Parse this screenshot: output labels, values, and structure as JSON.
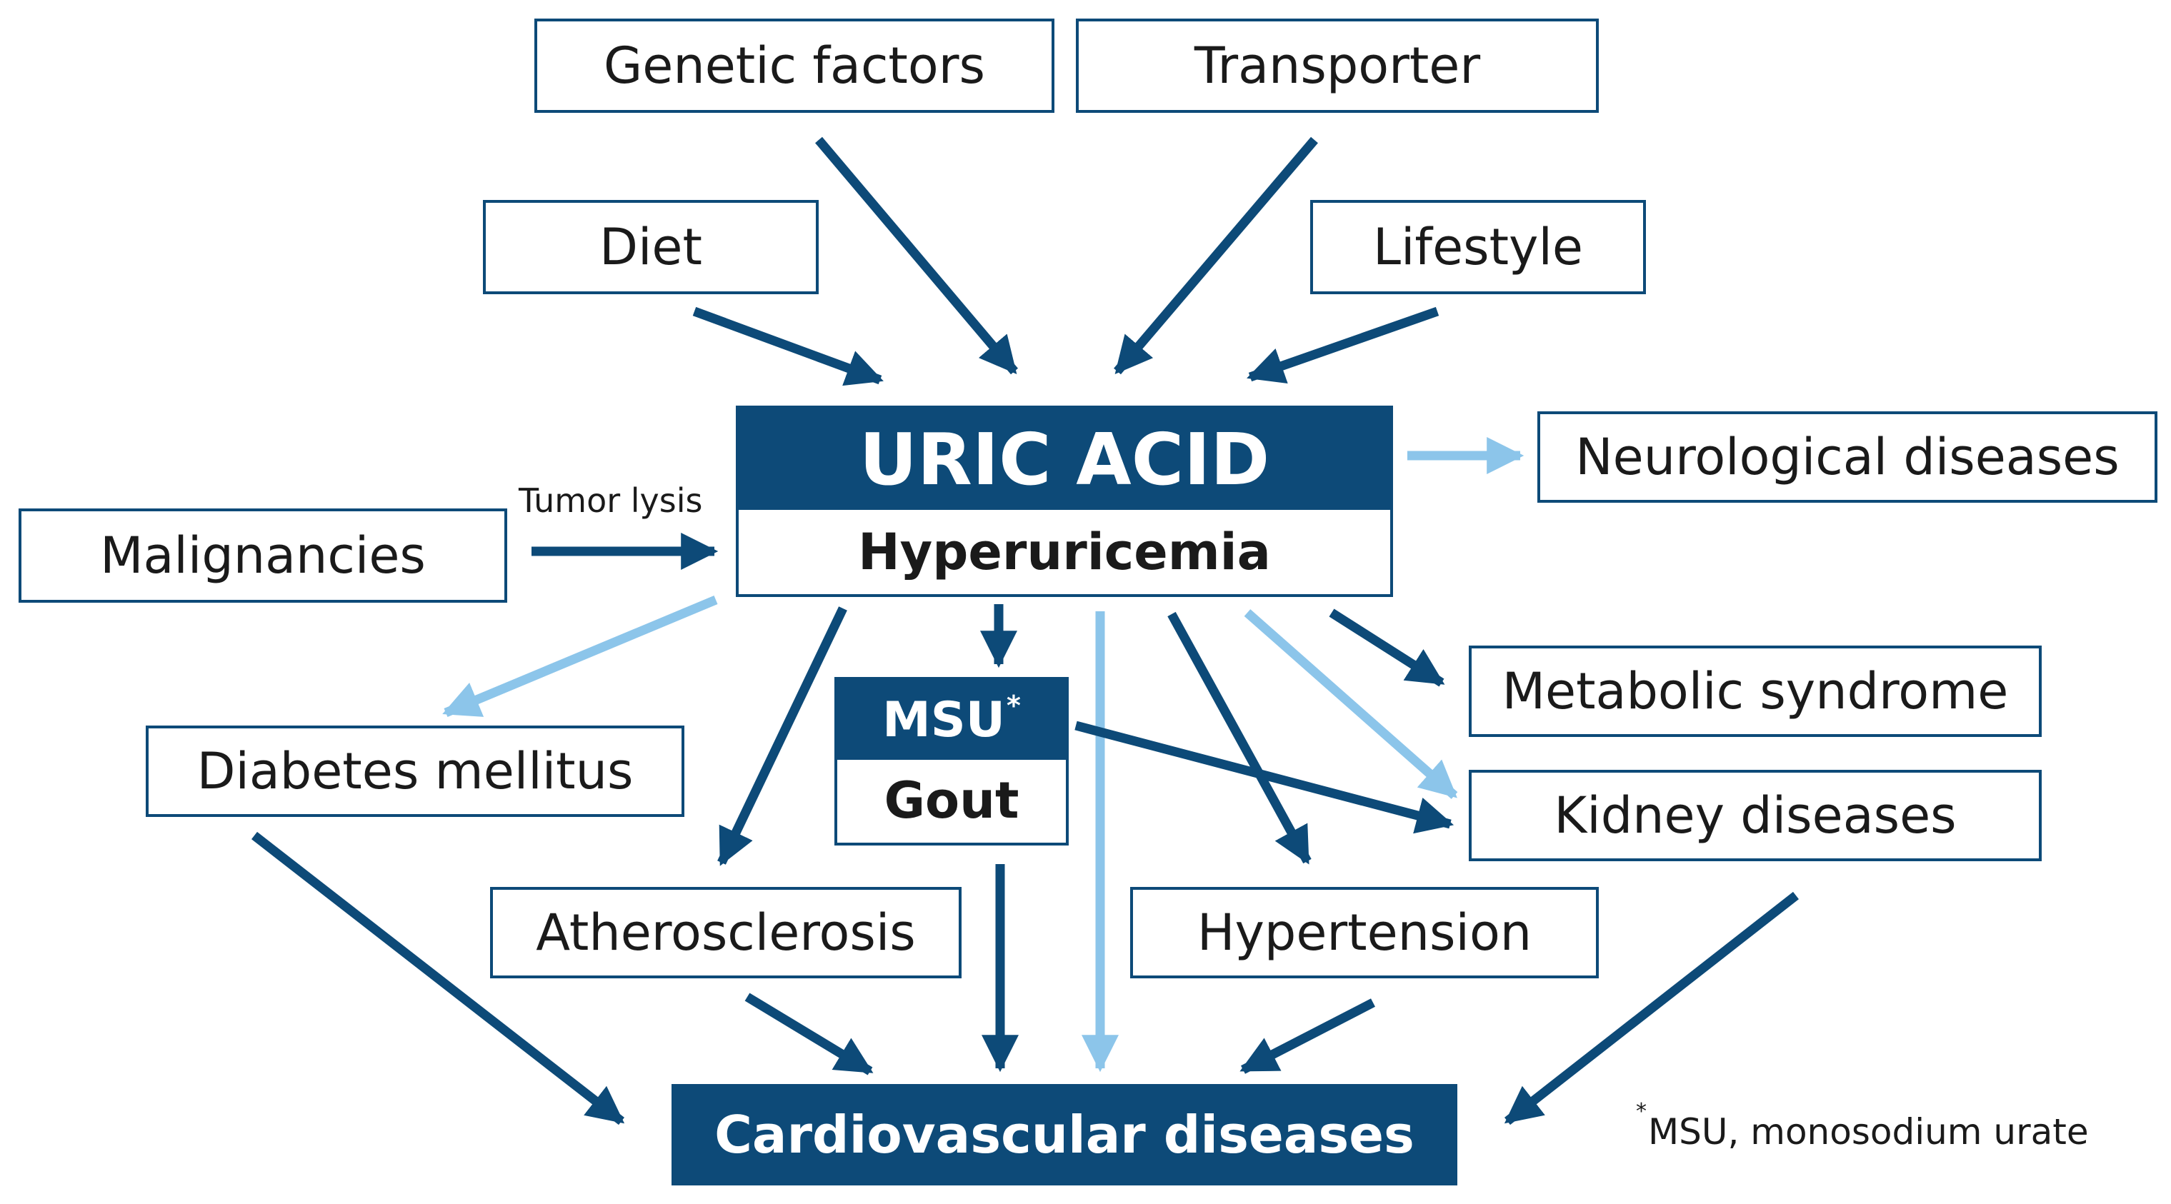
{
  "nodes": {
    "genetic": "Genetic factors",
    "transporter": "Transporter",
    "diet": "Diet",
    "lifestyle": "Lifestyle",
    "malignancies": "Malignancies",
    "neuro": "Neurological diseases",
    "diabetes": "Diabetes mellitus",
    "metabolic": "Metabolic syndrome",
    "kidney": "Kidney diseases",
    "athero": "Atherosclerosis",
    "hypertension": "Hypertension"
  },
  "uric": {
    "title": "URIC ACID",
    "subtitle": "Hyperuricemia"
  },
  "msu": {
    "title": "MSU",
    "star": "*",
    "subtitle": "Gout"
  },
  "cvd": "Cardiovascular diseases",
  "tumor_lysis": "Tumor lysis",
  "footnote": {
    "star": "*",
    "text": "MSU, monosodium urate"
  },
  "colors": {
    "dark": "#0d4a78",
    "light": "#8cc5ea"
  },
  "edges": [
    {
      "from": "genetic",
      "to": "uric",
      "color": "dark"
    },
    {
      "from": "transporter",
      "to": "uric",
      "color": "dark"
    },
    {
      "from": "diet",
      "to": "uric",
      "color": "dark"
    },
    {
      "from": "lifestyle",
      "to": "uric",
      "color": "dark"
    },
    {
      "from": "malignancies",
      "to": "uric",
      "color": "dark",
      "label": "Tumor lysis"
    },
    {
      "from": "uric",
      "to": "neuro",
      "color": "light"
    },
    {
      "from": "uric",
      "to": "diabetes",
      "color": "light"
    },
    {
      "from": "uric",
      "to": "athero",
      "color": "dark"
    },
    {
      "from": "uric",
      "to": "msu",
      "color": "dark"
    },
    {
      "from": "uric",
      "to": "cvd",
      "color": "light"
    },
    {
      "from": "uric",
      "to": "hypertension",
      "color": "dark"
    },
    {
      "from": "uric",
      "to": "kidney",
      "color": "light"
    },
    {
      "from": "uric",
      "to": "metabolic",
      "color": "dark"
    },
    {
      "from": "msu",
      "to": "kidney",
      "color": "dark"
    },
    {
      "from": "msu",
      "to": "cvd",
      "color": "dark"
    },
    {
      "from": "diabetes",
      "to": "cvd",
      "color": "dark"
    },
    {
      "from": "athero",
      "to": "cvd",
      "color": "dark"
    },
    {
      "from": "hypertension",
      "to": "cvd",
      "color": "dark"
    },
    {
      "from": "kidney",
      "to": "cvd",
      "color": "dark"
    }
  ]
}
